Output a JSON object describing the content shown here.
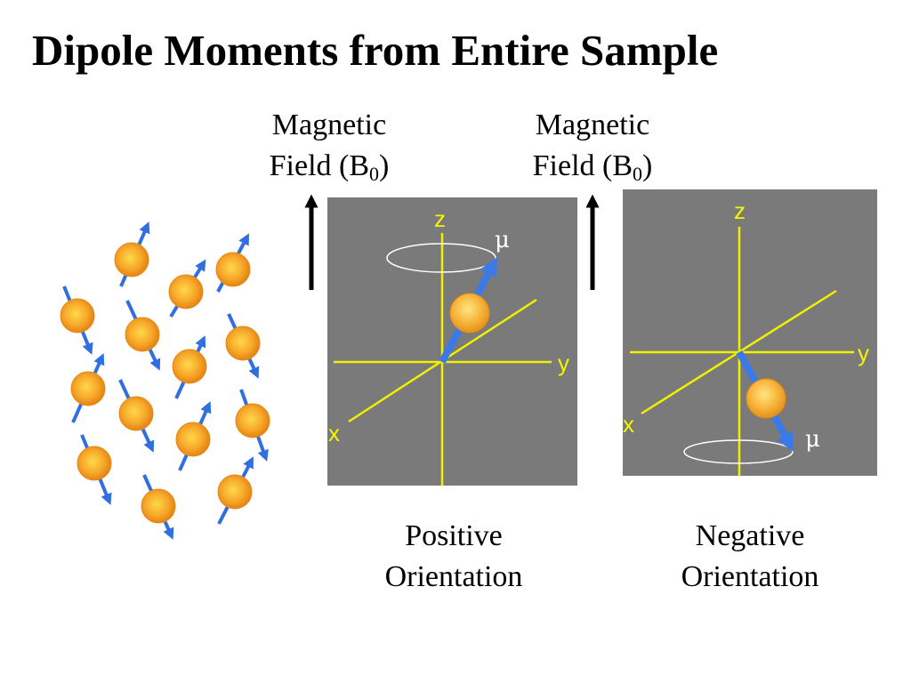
{
  "title": "Dipole  Moments from Entire Sample",
  "field_label": {
    "line1": "Magnetic",
    "line2_prefix": "Field (B",
    "line2_sub": "0",
    "line2_suffix": ")"
  },
  "positive": {
    "caption_line1": "Positive",
    "caption_line2": "Orientation",
    "axes": {
      "z": "z",
      "y": "y",
      "x": "x"
    },
    "moment": "μ"
  },
  "negative": {
    "caption_line1": "Negative",
    "caption_line2": "Orientation",
    "axes": {
      "z": "z",
      "y": "y",
      "x": "x"
    },
    "moment": "μ"
  },
  "colors": {
    "panel": "#7a7a7a",
    "axis": "#f0f000",
    "arrow": "#2f6fe0",
    "sphere": "#f5a623"
  }
}
